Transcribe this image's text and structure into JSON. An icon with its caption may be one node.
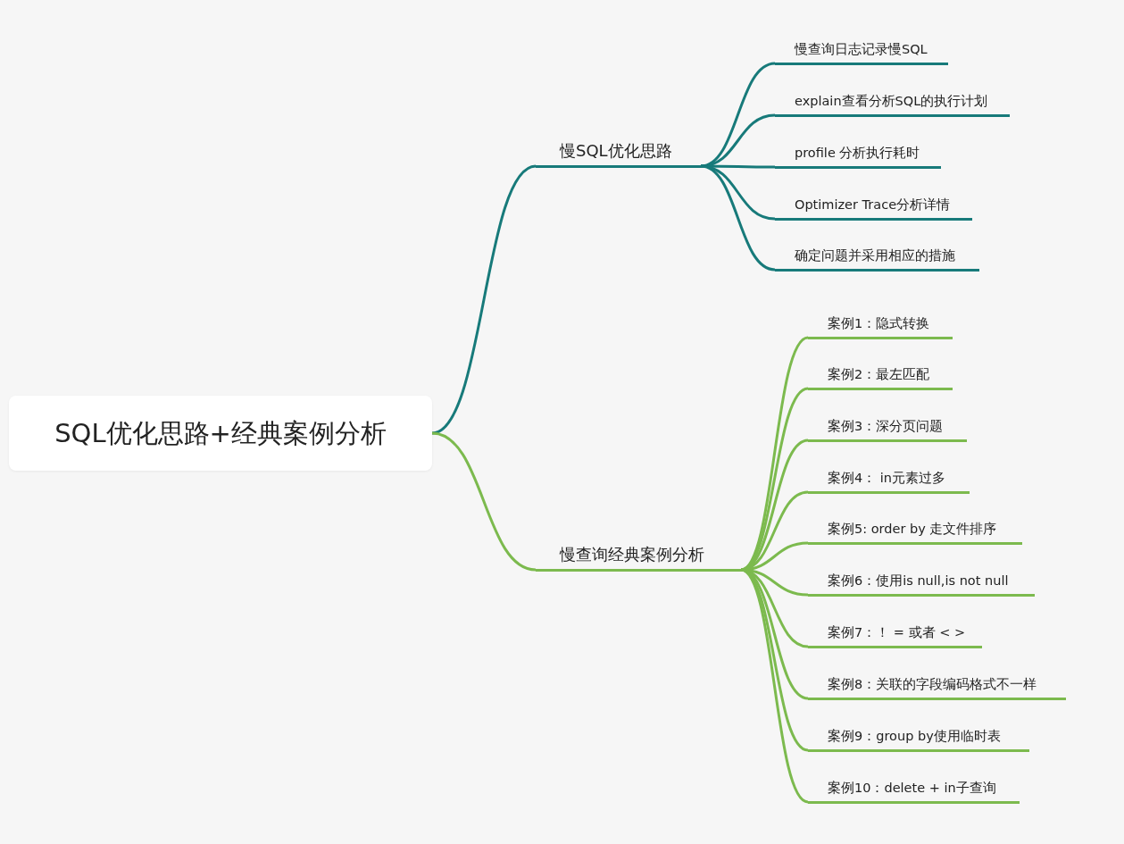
{
  "diagram": {
    "nodes": [
      {
        "text": [
          "SQL优化思路+经典案例分析"
        ]
      },
      {
        "text": [
          "慢SQL优化思路"
        ]
      },
      {
        "text": [
          "慢查询日志记录慢SQL"
        ]
      },
      {
        "text": [
          "explain查看分析SQL的执行计划"
        ]
      },
      {
        "text": [
          "profile 分析执行耗时"
        ]
      },
      {
        "text": [
          "Optimizer Trace分析详情"
        ]
      },
      {
        "text": [
          "确定问题并采用相应的措施"
        ]
      },
      {
        "text": [
          "慢查询经典案例分析"
        ]
      },
      {
        "text": [
          "案例1：隐式转换"
        ]
      },
      {
        "text": [
          "案例2：最左匹配"
        ]
      },
      {
        "text": [
          "案例3：深分页问题"
        ]
      },
      {
        "text": [
          "案例4： in元素过多"
        ]
      },
      {
        "text": [
          "案例5: order by 走文件排序"
        ]
      },
      {
        "text": [
          "案例6：使用is null,is not null"
        ]
      },
      {
        "text": [
          "案例7：！ = 或者 < >"
        ]
      },
      {
        "text": [
          "案例8：关联的字段编码格式不一样"
        ]
      },
      {
        "text": [
          "案例9：group by使用临时表"
        ]
      },
      {
        "text": [
          "案例10：delete + in子查询"
        ]
      }
    ],
    "edges": [
      {
        "from": 0,
        "to": 1,
        "arrow": "none",
        "color": "#177a7a"
      },
      {
        "from": 1,
        "to": 2,
        "arrow": "none",
        "color": "#177a7a"
      },
      {
        "from": 1,
        "to": 3,
        "arrow": "none",
        "color": "#177a7a"
      },
      {
        "from": 1,
        "to": 4,
        "arrow": "none",
        "color": "#177a7a"
      },
      {
        "from": 1,
        "to": 5,
        "arrow": "none",
        "color": "#177a7a"
      },
      {
        "from": 1,
        "to": 6,
        "arrow": "none",
        "color": "#177a7a"
      },
      {
        "from": 0,
        "to": 7,
        "arrow": "none"
      },
      {
        "from": 7,
        "to": 8,
        "arrow": "none"
      },
      {
        "from": 7,
        "to": 9,
        "arrow": "none"
      },
      {
        "from": 7,
        "to": 10,
        "arrow": "none"
      },
      {
        "from": 7,
        "to": 11,
        "arrow": "none"
      },
      {
        "from": 7,
        "to": 12,
        "arrow": "none"
      },
      {
        "from": 7,
        "to": 13,
        "arrow": "none"
      },
      {
        "from": 7,
        "to": 14,
        "arrow": "none"
      },
      {
        "from": 7,
        "to": 15,
        "arrow": "none"
      },
      {
        "from": 7,
        "to": 16,
        "arrow": "none"
      },
      {
        "from": 7,
        "to": 17,
        "arrow": "none"
      }
    ]
  }
}
